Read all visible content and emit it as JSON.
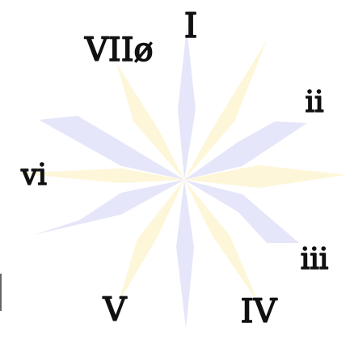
{
  "colors": {
    "background": "#ffffff",
    "lavender_petal": "#e6e6fa",
    "cream_petal": "#fdf6d8",
    "numeral_ink": "#111111"
  },
  "labels": {
    "I": "I",
    "ii": "ii",
    "iii": "iii",
    "IV": "IV",
    "V": "V",
    "vi": "vi",
    "VII_half_diminished": "VIIø"
  }
}
